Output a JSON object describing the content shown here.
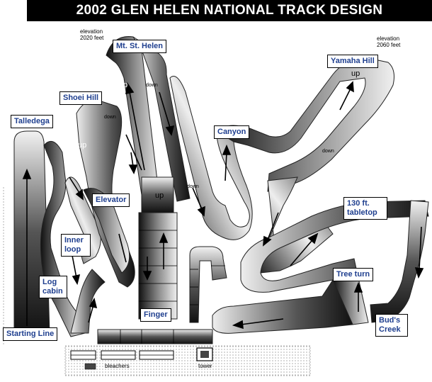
{
  "title": "2002 GLEN HELEN NATIONAL TRACK DESIGN",
  "labels": {
    "mt_st_helen": "Mt. St. Helen",
    "yamaha_hill": "Yamaha Hill",
    "shoei_hill": "Shoei Hill",
    "talledega": "Talledega",
    "canyon": "Canyon",
    "elevator": "Elevator",
    "tabletop": "130 ft. tabletop",
    "inner_loop": "Inner loop",
    "log_cabin": "Log cabin",
    "tree_turn": "Tree turn",
    "finger": "Finger",
    "buds_creek": "Bud's Creek",
    "starting_line": "Starting Line"
  },
  "elevation_left": "elevation 2020 feet",
  "elevation_right": "elevation 2060 feet",
  "direction_words": {
    "up": "up",
    "down": "down"
  },
  "facilities": {
    "bleachers": "bleachers",
    "tower": "tower"
  },
  "colors": {
    "track_dark": "#1a1a1a",
    "track_light": "#d8d8d8",
    "label_text": "#1f3f8f",
    "title_bg": "#000000"
  }
}
